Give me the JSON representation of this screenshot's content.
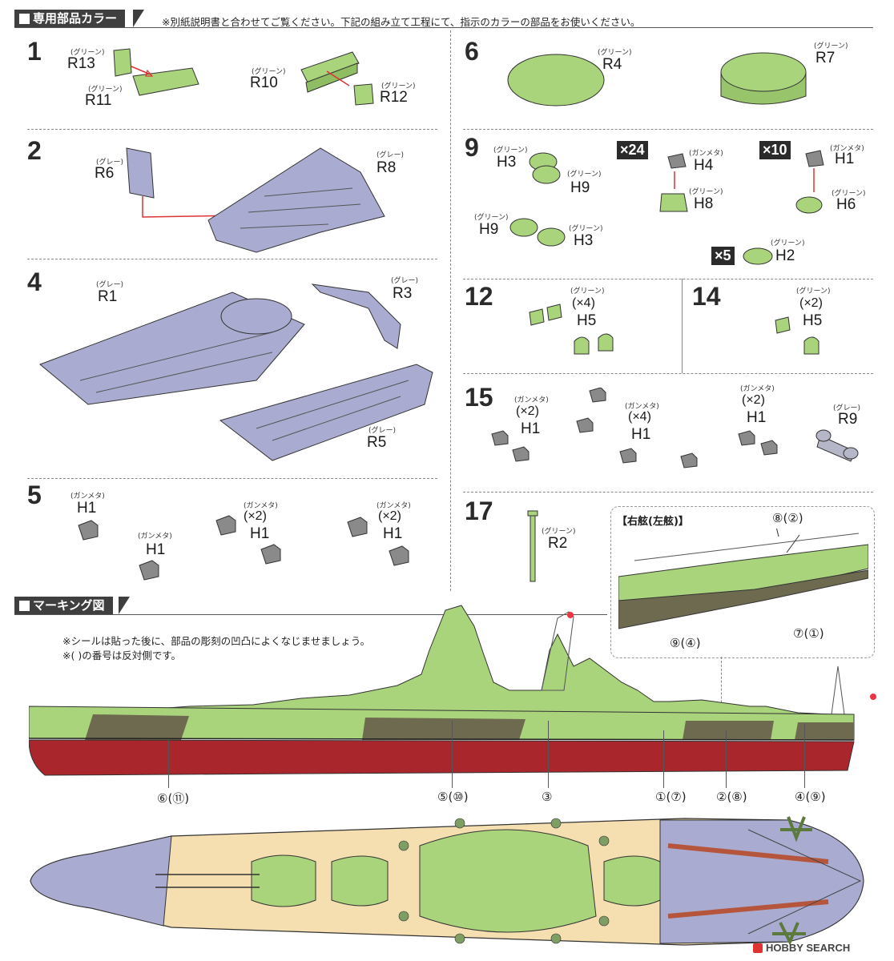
{
  "sections": {
    "parts_color": {
      "title": "専用部品カラー",
      "note": "※別紙説明書と合わせてご覧ください。下記の組み立て工程にて、指示のカラーの部品をお使いください。"
    },
    "marking": {
      "title": "マーキング図",
      "notes": [
        "※シールは貼った後に、部品の彫刻の凹凸によくなじませましょう。",
        "※( )の番号は反対側です。"
      ]
    }
  },
  "colors": {
    "header_bg": "#3f3f3f",
    "green_part": "#a9d47c",
    "gray_part": "#a9acd0",
    "gunmetal_part": "#8a8a8a",
    "hull_red": "#a8262c",
    "deck_wood": "#f5deaf",
    "dark_camo": "#6e6a4f"
  },
  "color_names": {
    "green": "(グリーン)",
    "gray": "(グレー)",
    "gunmetal": "(ガンメタ)"
  },
  "steps": {
    "s1": {
      "num": "1",
      "parts": [
        "R13",
        "R11",
        "R10",
        "R12"
      ]
    },
    "s2": {
      "num": "2",
      "parts": [
        "R6",
        "R8"
      ]
    },
    "s4": {
      "num": "4",
      "parts": [
        "R1",
        "R3",
        "R5"
      ]
    },
    "s5": {
      "num": "5",
      "parts": [
        "H1",
        "H1",
        "H1",
        "H1"
      ],
      "counts": [
        "(×2)",
        "(×2)"
      ]
    },
    "s6": {
      "num": "6",
      "parts": [
        "R4",
        "R7"
      ]
    },
    "s9": {
      "num": "9",
      "parts": [
        "H3",
        "H9",
        "H9",
        "H3",
        "H4",
        "H8",
        "H1",
        "H6",
        "H2"
      ],
      "multipliers": [
        "×24",
        "×10",
        "×5"
      ]
    },
    "s12": {
      "num": "12",
      "parts": [
        "H5"
      ],
      "counts": [
        "(×4)"
      ]
    },
    "s14": {
      "num": "14",
      "parts": [
        "H5"
      ],
      "counts": [
        "(×2)"
      ]
    },
    "s15": {
      "num": "15",
      "parts": [
        "H1",
        "H1",
        "H1",
        "R9"
      ],
      "counts": [
        "(×2)",
        "(×4)",
        "(×2)"
      ]
    },
    "s17": {
      "num": "17",
      "parts": [
        "R2"
      ]
    }
  },
  "inset": {
    "title": "【右舷(左舷)】",
    "labels": [
      "⑧(②)",
      "⑦(①)",
      "⑨(④)"
    ]
  },
  "marking_labels": [
    "⑥(⑪)",
    "⑤(⑩)",
    "③",
    "①(⑦)",
    "②(⑧)",
    "④(⑨)"
  ],
  "watermark": "HOBBY SEARCH"
}
